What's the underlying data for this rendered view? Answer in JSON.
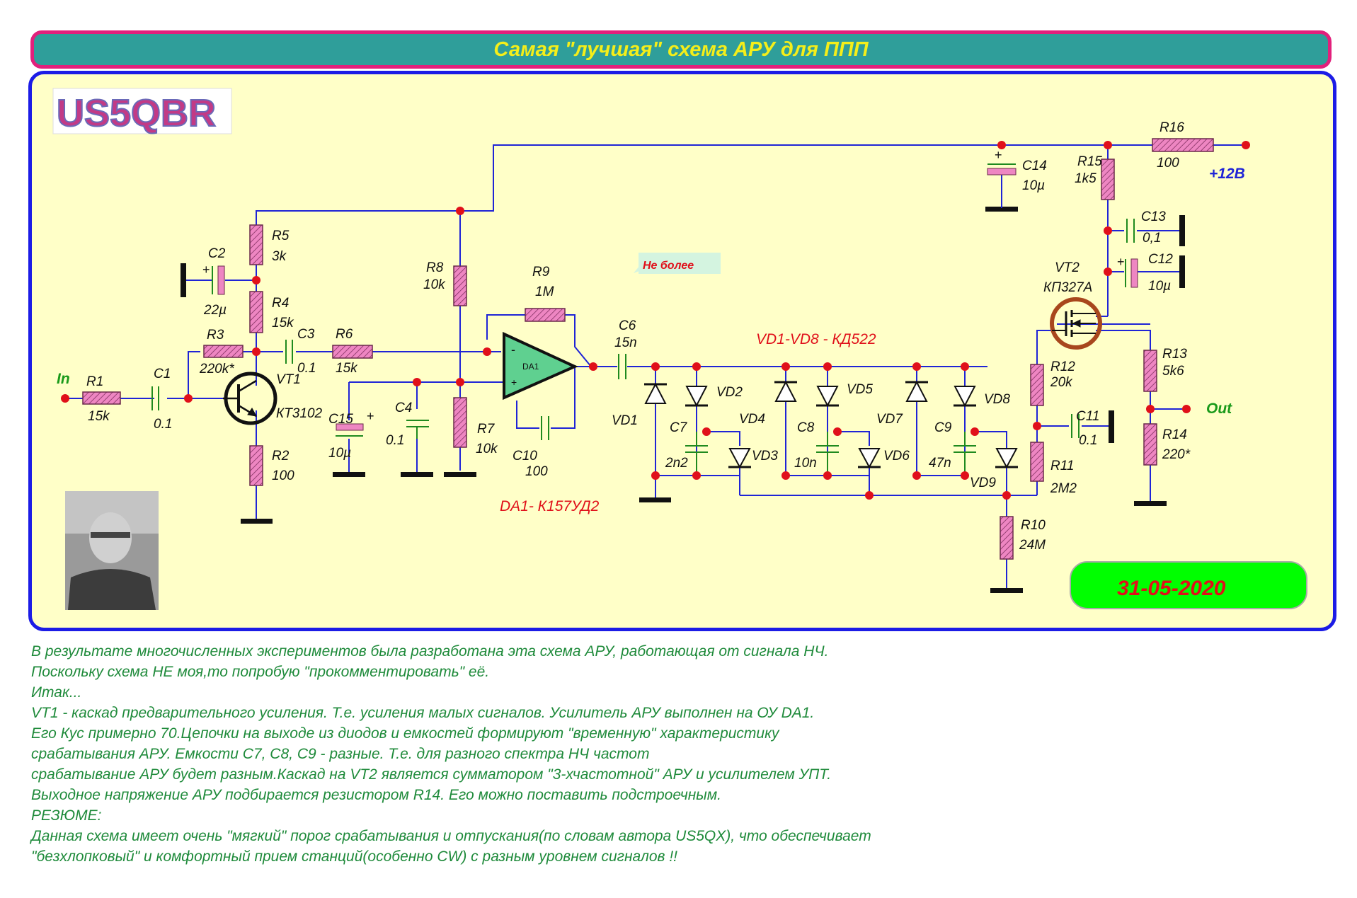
{
  "title": "Самая \"лучшая\" схема АРУ для ППП",
  "callsign": "US5QBR",
  "date": "31-05-2020",
  "callout": "Не более",
  "notes": {
    "diodes": "VD1-VD8 - КД522",
    "opamp": "DA1- К157УД2"
  },
  "terminals": {
    "in": "In",
    "out": "Out",
    "supply": "+12В"
  },
  "components": {
    "R1": {
      "ref": "R1",
      "value": "15k"
    },
    "C1": {
      "ref": "C1",
      "value": "0.1"
    },
    "R3": {
      "ref": "R3",
      "value": "220k*"
    },
    "C2": {
      "ref": "C2",
      "value": "22µ"
    },
    "R5": {
      "ref": "R5",
      "value": "3k"
    },
    "R4": {
      "ref": "R4",
      "value": "15k"
    },
    "VT1": {
      "ref": "VT1",
      "value": "КТ3102"
    },
    "R2": {
      "ref": "R2",
      "value": "100"
    },
    "C3": {
      "ref": "C3",
      "value": "0.1"
    },
    "R6": {
      "ref": "R6",
      "value": "15k"
    },
    "C15": {
      "ref": "C15",
      "value": "10µ"
    },
    "C4": {
      "ref": "C4",
      "value": "0.1"
    },
    "R8": {
      "ref": "R8",
      "value": "10k"
    },
    "R7": {
      "ref": "R7",
      "value": "10k"
    },
    "R9": {
      "ref": "R9",
      "value": "1M"
    },
    "DA1": {
      "ref": "DA1"
    },
    "C10": {
      "ref": "C10",
      "value": "100"
    },
    "C6": {
      "ref": "C6",
      "value": "15n"
    },
    "VD1": {
      "ref": "VD1"
    },
    "VD2": {
      "ref": "VD2"
    },
    "VD3": {
      "ref": "VD3"
    },
    "VD4": {
      "ref": "VD4"
    },
    "VD5": {
      "ref": "VD5"
    },
    "VD6": {
      "ref": "VD6"
    },
    "VD7": {
      "ref": "VD7"
    },
    "VD8": {
      "ref": "VD8"
    },
    "VD9": {
      "ref": "VD9"
    },
    "C7": {
      "ref": "C7",
      "value": "2n2"
    },
    "C8": {
      "ref": "C8",
      "value": "10n"
    },
    "C9": {
      "ref": "C9",
      "value": "47n"
    },
    "R10": {
      "ref": "R10",
      "value": "24M"
    },
    "C14": {
      "ref": "C14",
      "value": "10µ"
    },
    "R16": {
      "ref": "R16",
      "value": "100"
    },
    "R15": {
      "ref": "R15",
      "value": "1k5"
    },
    "C13": {
      "ref": "C13",
      "value": "0,1"
    },
    "C12": {
      "ref": "C12",
      "value": "10µ"
    },
    "VT2": {
      "ref": "VT2",
      "value": "КП327А"
    },
    "R12": {
      "ref": "R12",
      "value": "20k"
    },
    "R11": {
      "ref": "R11",
      "value": "2M2"
    },
    "C11": {
      "ref": "C11",
      "value": "0.1"
    },
    "R13": {
      "ref": "R13",
      "value": "5k6"
    },
    "R14": {
      "ref": "R14",
      "value": "220*"
    }
  },
  "description": [
    "В результате многочисленных экспериментов была разработана эта схема АРУ, работающая от сигнала НЧ.",
    "Поскольку схема НЕ моя,то попробую \"прокомментировать\" её.",
    "Итак...",
    "VT1 - каскад предварительного усиления. Т.е. усиления малых сигналов. Усилитель АРУ выполнен на ОУ DA1.",
    "Его Кус примерно 70.Цепочки на выходе из диодов и емкостей формируют \"временную\" характеристику",
    "срабатывания АРУ. Емкости С7, С8, С9 - разные. Т.е. для разного спектра НЧ частот",
    "срабатывание АРУ будет разным.Каскад на VT2 является сумматором \"3-хчастотной\" АРУ и усилителем УПТ.",
    "Выходное напряжение АРУ подбирается резистором R14. Его можно поставить подстроечным.",
    "РЕЗЮМЕ:",
    "Данная схема имеет очень \"мягкий\" порог срабатывания и отпускания(по словам автора US5QX), что обеспечивает",
    "\"безхлопковый\" и комфортный прием станций(особенно CW) с разным уровнем сигналов !!"
  ],
  "colors": {
    "wire": "#1f24d6",
    "component": "#1a1a1a",
    "resistor_fill": "#ee86c2",
    "capacitor": "#1f8a1f",
    "node": "#e0101a",
    "ref_label": "#111111",
    "note": "#e0101a",
    "supply": "#1f24d6",
    "out": "#1a9a1a",
    "desc": "#1e8a3a"
  }
}
